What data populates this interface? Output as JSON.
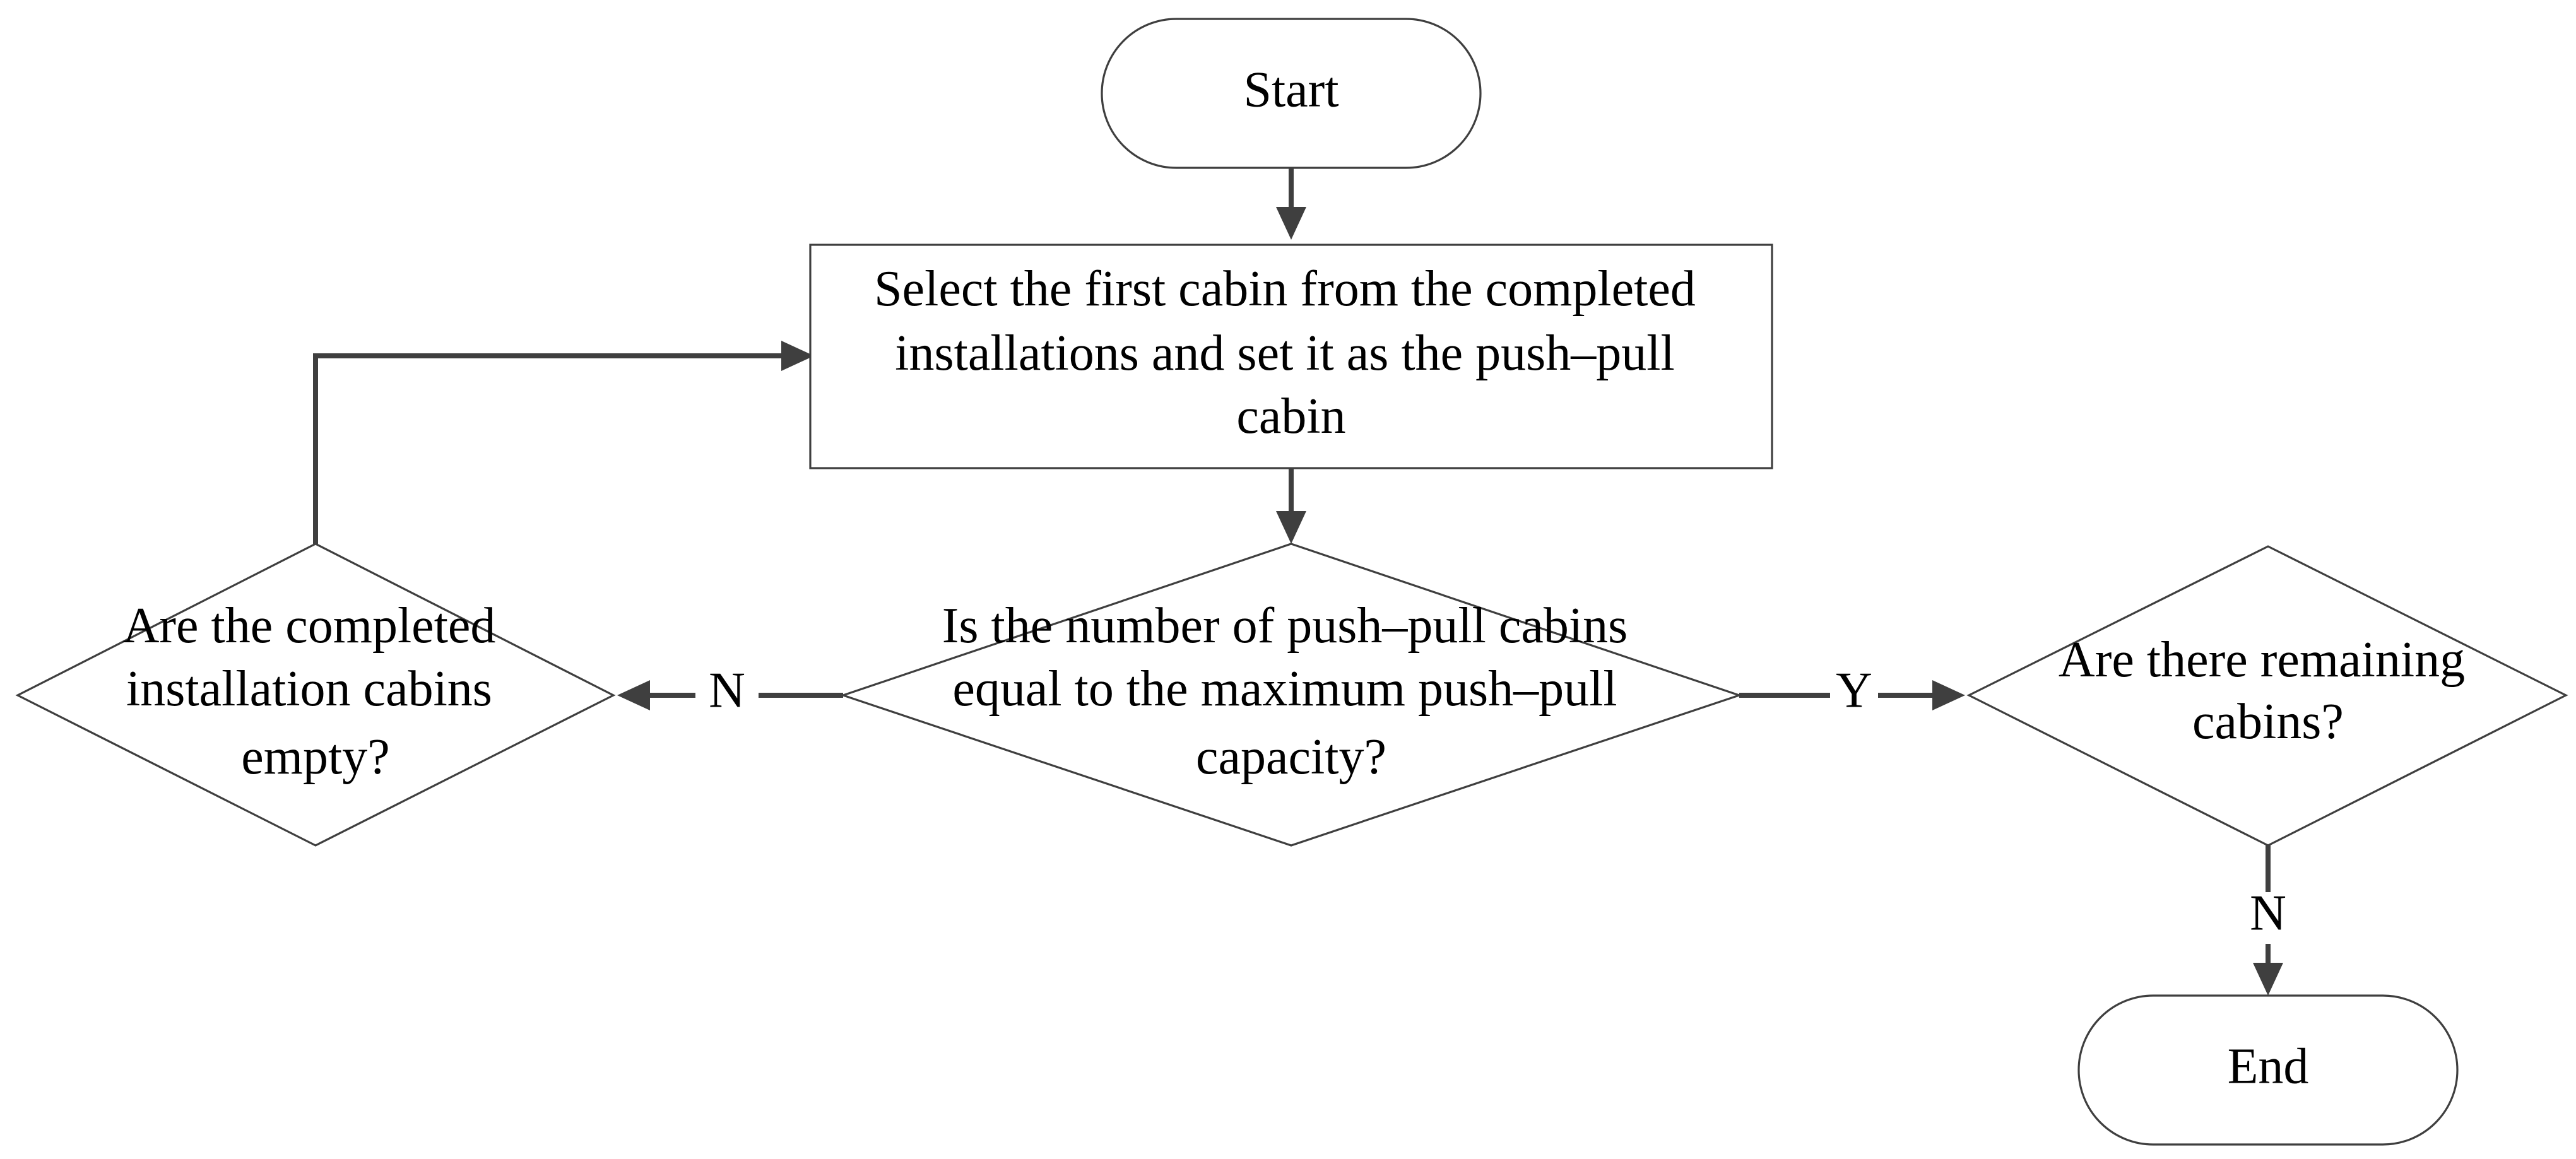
{
  "nodes": {
    "start": {
      "label": "Start"
    },
    "select_cabin": {
      "lines": [
        "Select the first cabin from the completed",
        "installations and set it as the push–pull",
        "cabin"
      ]
    },
    "check_capacity": {
      "lines": [
        "Is the number of push–pull cabins",
        "equal to the maximum push–pull",
        "capacity?"
      ]
    },
    "check_empty": {
      "lines": [
        "Are the completed",
        "installation cabins",
        "empty?"
      ]
    },
    "check_remaining": {
      "lines": [
        "Are there remaining",
        "cabins?"
      ]
    },
    "end": {
      "label": "End"
    }
  },
  "edges": {
    "capacity_no": {
      "label": "N"
    },
    "capacity_yes": {
      "label": "Y"
    },
    "remaining_no": {
      "label": "N"
    }
  },
  "colors": {
    "stroke": "#3f3f3f",
    "text": "#000000",
    "background": "#ffffff"
  }
}
